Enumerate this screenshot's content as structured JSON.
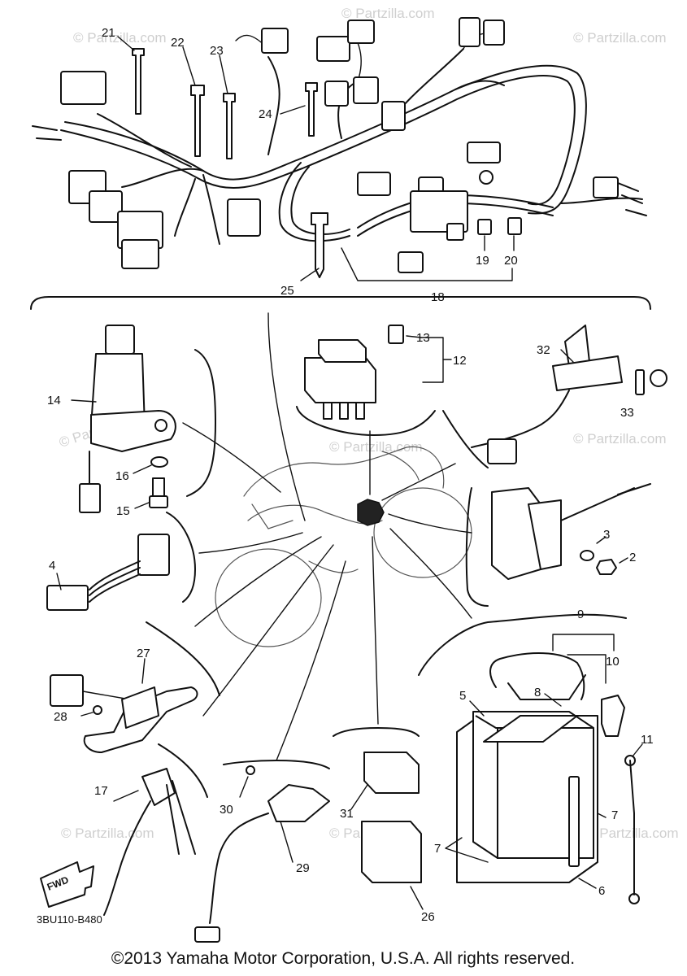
{
  "watermark": "© Partzilla.com",
  "diagram_code": "3BU110-B480",
  "direction_label": "FWD",
  "copyright": "©2013 Yamaha Motor Corporation, U.S.A. All rights reserved.",
  "callouts": {
    "n2": "2",
    "n3": "3",
    "n4": "4",
    "n5": "5",
    "n6": "6",
    "n7a": "7",
    "n7b": "7",
    "n8": "8",
    "n9": "9",
    "n10": "10",
    "n11": "11",
    "n12": "12",
    "n13": "13",
    "n14": "14",
    "n15": "15",
    "n16": "16",
    "n17": "17",
    "n18": "18",
    "n19": "19",
    "n20": "20",
    "n21": "21",
    "n22": "22",
    "n23": "23",
    "n24": "24",
    "n25": "25",
    "n26": "26",
    "n27": "27",
    "n28": "28",
    "n29": "29",
    "n30": "30",
    "n31": "31",
    "n32": "32",
    "n33": "33"
  }
}
